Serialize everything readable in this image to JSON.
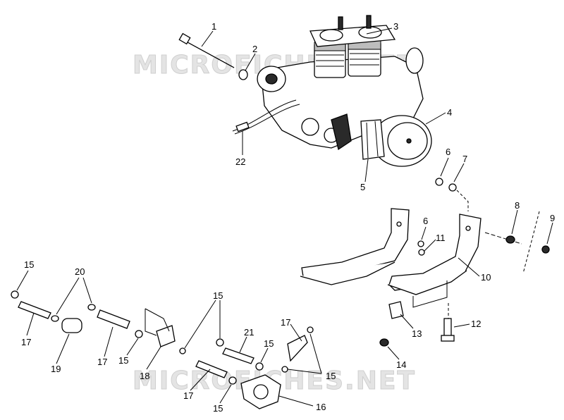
{
  "watermarks": [
    "MICROFICHES.NET",
    "MICROFICHES.NET"
  ],
  "callouts": [
    {
      "id": "c1",
      "text": "1"
    },
    {
      "id": "c2",
      "text": "2"
    },
    {
      "id": "c3",
      "text": "3"
    },
    {
      "id": "c4",
      "text": "4"
    },
    {
      "id": "c5",
      "text": "5"
    },
    {
      "id": "c6a",
      "text": "6"
    },
    {
      "id": "c7",
      "text": "7"
    },
    {
      "id": "c8",
      "text": "8"
    },
    {
      "id": "c9",
      "text": "9"
    },
    {
      "id": "c6b",
      "text": "6"
    },
    {
      "id": "c11",
      "text": "11"
    },
    {
      "id": "c10",
      "text": "10"
    },
    {
      "id": "c12",
      "text": "12"
    },
    {
      "id": "c13",
      "text": "13"
    },
    {
      "id": "c14",
      "text": "14"
    },
    {
      "id": "c15a",
      "text": "15"
    },
    {
      "id": "c20",
      "text": "20"
    },
    {
      "id": "c17a",
      "text": "17"
    },
    {
      "id": "c19",
      "text": "19"
    },
    {
      "id": "c17b",
      "text": "17"
    },
    {
      "id": "c15b",
      "text": "15"
    },
    {
      "id": "c18",
      "text": "18"
    },
    {
      "id": "c15c",
      "text": "15"
    },
    {
      "id": "c21",
      "text": "21"
    },
    {
      "id": "c15d",
      "text": "15"
    },
    {
      "id": "c17c",
      "text": "17"
    },
    {
      "id": "c15e",
      "text": "15"
    },
    {
      "id": "c17d",
      "text": "17"
    },
    {
      "id": "c15f",
      "text": "15"
    },
    {
      "id": "c16",
      "text": "16"
    },
    {
      "id": "c22",
      "text": "22"
    }
  ]
}
